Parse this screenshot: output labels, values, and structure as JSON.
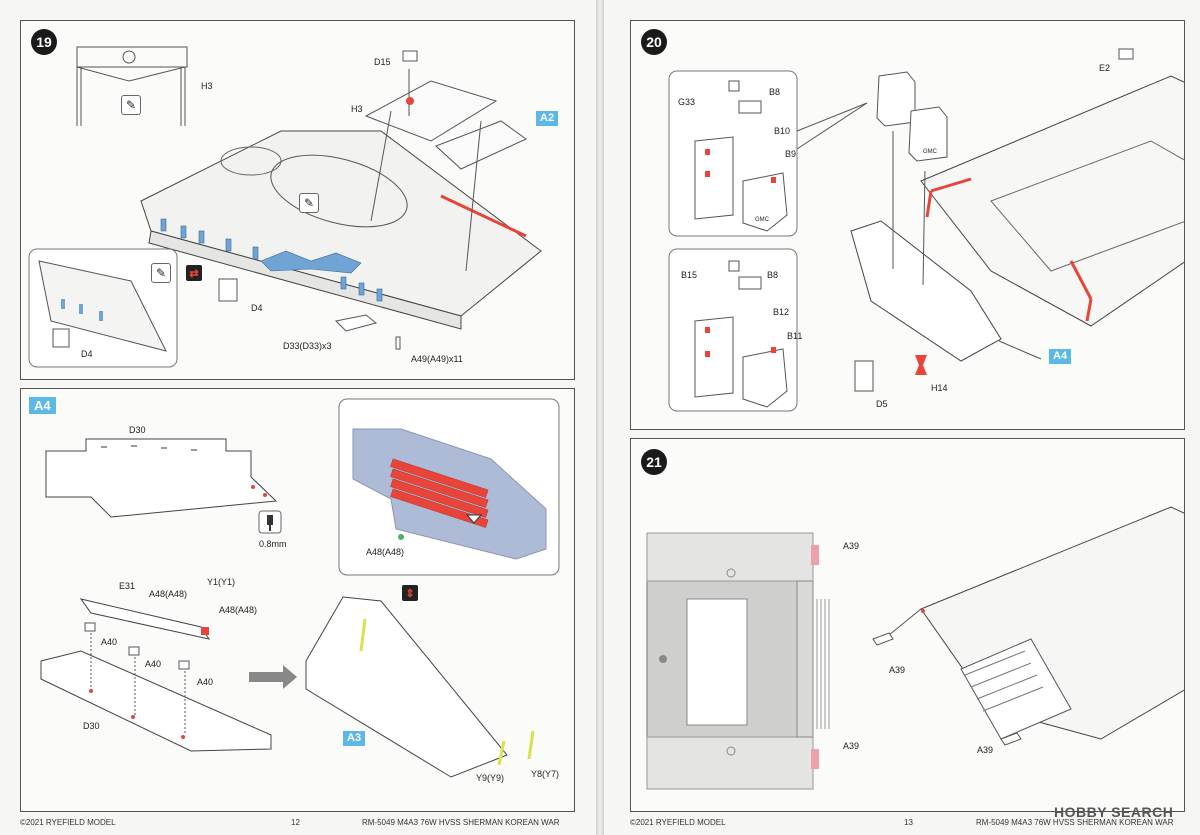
{
  "steps": {
    "s19": "19",
    "s20": "20",
    "s21": "21"
  },
  "refs": {
    "a2": "A2",
    "a4_panel": "A4",
    "a3": "A3",
    "a4_20": "A4"
  },
  "step19": {
    "labels": {
      "h3_top": "H3",
      "d15": "D15",
      "h3_mid": "H3",
      "d4_inset": "D4",
      "d4_main": "D4",
      "d33": "D33(D33)x3",
      "a49": "A49(A49)x11"
    }
  },
  "a4": {
    "labels": {
      "d30_top": "D30",
      "drill": "0.8mm",
      "a48_detail": "A48(A48)",
      "e31": "E31",
      "a48_a": "A48(A48)",
      "y1": "Y1(Y1)",
      "a48_b": "A48(A48)",
      "a40_a": "A40",
      "a40_b": "A40",
      "a40_c": "A40",
      "d30_bottom": "D30",
      "y9": "Y9(Y9)",
      "y8": "Y8(Y7)"
    }
  },
  "step20": {
    "labels": {
      "g33": "G33",
      "b8_a": "B8",
      "b10": "B10",
      "b9": "B9",
      "b15": "B15",
      "b8_b": "B8",
      "b12": "B12",
      "b11": "B11",
      "e2": "E2",
      "d5": "D5",
      "h14": "H14",
      "gmc_a": "GMC",
      "gmc_b": "GMC"
    }
  },
  "step21": {
    "labels": {
      "a39_a": "A39",
      "a39_b": "A39",
      "a39_c": "A39",
      "a39_d": "A39"
    }
  },
  "footer": {
    "left_copyright": "©2021 RYEFIELD MODEL",
    "left_page": "12",
    "left_title": "RM-5049 M4A3 76W HVSS SHERMAN KOREAN WAR",
    "right_copyright": "©2021 RYEFIELD MODEL",
    "right_page": "13",
    "right_title": "RM-5049 M4A3 76W HVSS SHERMAN KOREAN WAR",
    "watermark": "HOBBY SEARCH"
  },
  "colors": {
    "highlight_red": "#e8443a",
    "highlight_blue": "#6fa4d4",
    "ref_blue": "#5cb8e6",
    "yellow": "#d9e24a"
  }
}
